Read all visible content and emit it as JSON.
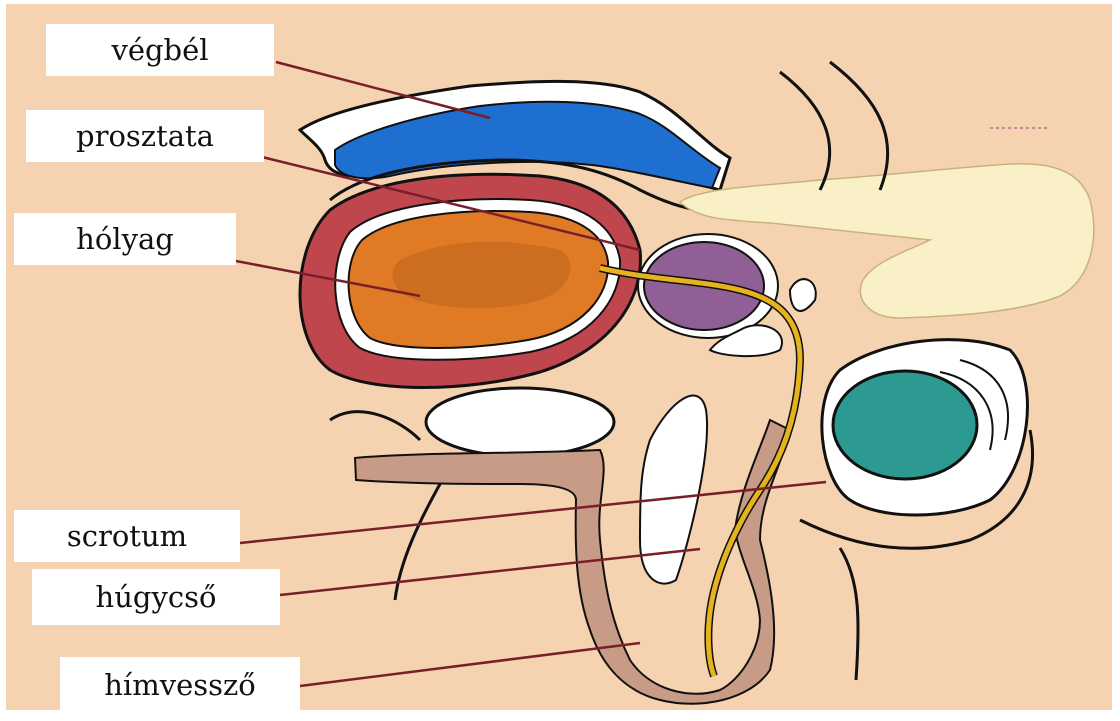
{
  "labels": {
    "vegbel": "végbél",
    "prosztata": "prosztata",
    "holyag": "hólyag",
    "scrotum": "scrotum",
    "hugycso": "húgycső",
    "himvesszo": "hímvessző"
  },
  "colors": {
    "background": "#f5d2b0",
    "rectum": "#1f6fd0",
    "bladder_outer": "#c0464e",
    "bladder_inner": "#e07a24",
    "prostate": "#8f5f95",
    "urethra": "#e6b21e",
    "testis": "#2d9a92",
    "penis_skin": "#c79b86",
    "finger": "#faf0c8",
    "leader_line": "#7a1e2c",
    "outline": "#111111"
  }
}
